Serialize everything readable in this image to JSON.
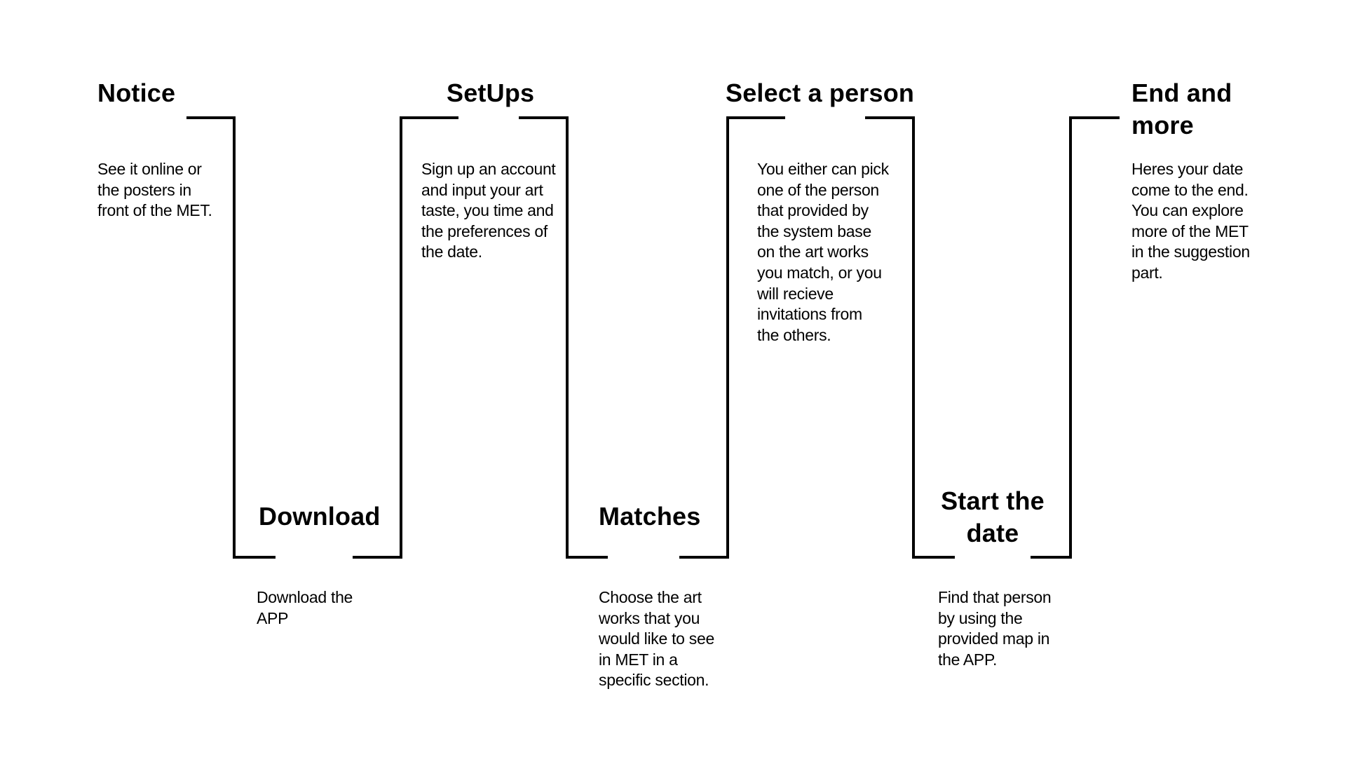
{
  "colors": {
    "background": "#ffffff",
    "line": "#000000",
    "text": "#000000"
  },
  "steps": [
    {
      "title": "Notice",
      "description": "See it online or\nthe posters in\nfront of the MET."
    },
    {
      "title": "Download",
      "description": "Download the\nAPP"
    },
    {
      "title": "SetUps",
      "description": "Sign up an account\nand input your art\ntaste, you time and\nthe preferences of\nthe date."
    },
    {
      "title": "Matches",
      "description": "Choose the art\nworks that you\nwould like to see\nin MET in a\nspecific section."
    },
    {
      "title": "Select a person",
      "description": "You either can pick\none of the person\nthat provided by\nthe system base\non the art works\nyou match, or you\nwill recieve\ninvitations from\nthe others."
    },
    {
      "title": "Start the\ndate",
      "description": "Find that person\nby using the\nprovided map in\nthe APP."
    },
    {
      "title": "End and\nmore",
      "description": "Heres your date\ncome to the end.\nYou can explore\nmore of the MET\nin the suggestion\npart."
    }
  ]
}
